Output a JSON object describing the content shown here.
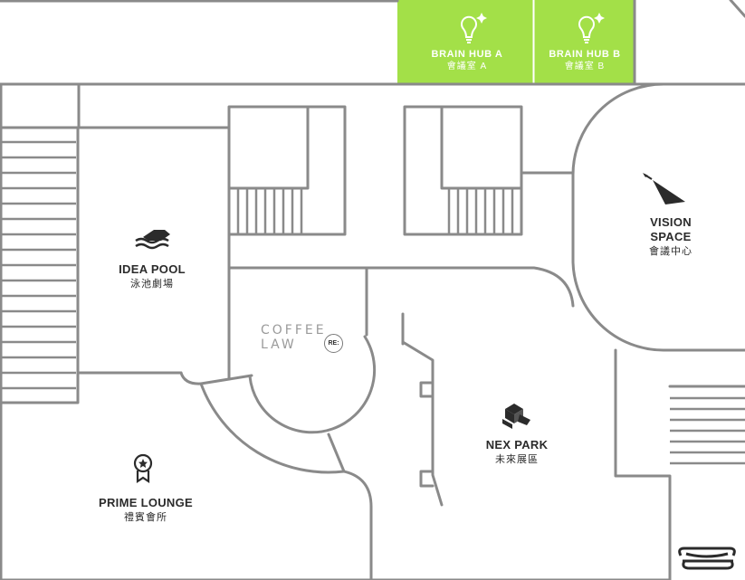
{
  "colors": {
    "wall": "#8a8a8a",
    "hub_fill": "#a3e048",
    "label": "#2b2b2b",
    "icon": "#2b2b2b"
  },
  "rooms": {
    "brain_hub_a": {
      "name": "BRAIN HUB A",
      "sub": "會議室 A",
      "icon": "lightbulb-icon"
    },
    "brain_hub_b": {
      "name": "BRAIN HUB B",
      "sub": "會議室 B",
      "icon": "lightbulb-icon"
    },
    "vision_space": {
      "name_line1": "VISION",
      "name_line2": "SPACE",
      "sub": "會議中心",
      "icon": "cursor-arrow-icon"
    },
    "idea_pool": {
      "name": "IDEA POOL",
      "sub": "泳池劇場",
      "icon": "pool-icon"
    },
    "coffee_law": {
      "line1": "COFFEE",
      "line2": "LAW",
      "badge": "RE:"
    },
    "nex_park": {
      "name": "NEX PARK",
      "sub": "未來展區",
      "icon": "blocks-icon"
    },
    "prime_lounge": {
      "name": "PRIME LOUNGE",
      "sub": "禮賓會所",
      "icon": "award-badge-icon"
    }
  }
}
